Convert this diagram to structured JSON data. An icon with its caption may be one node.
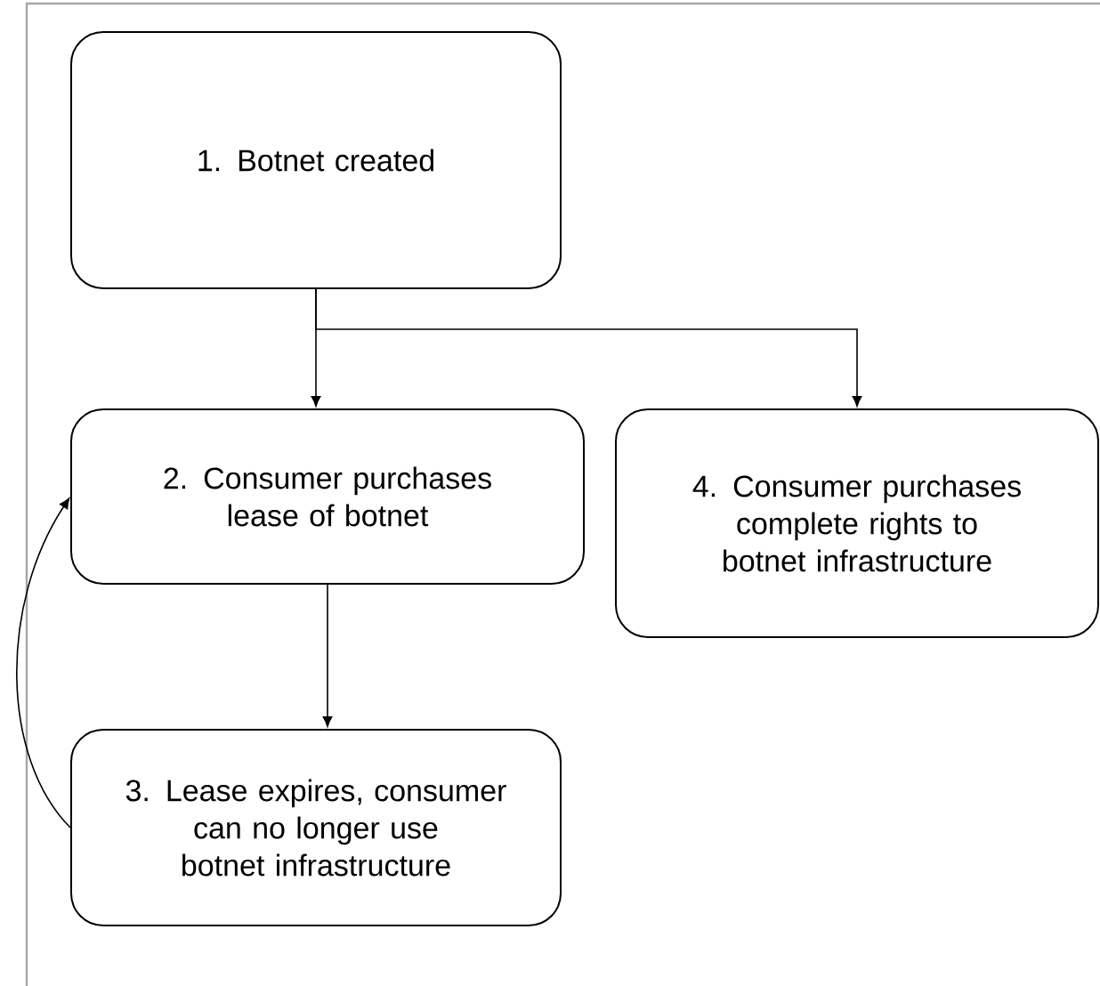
{
  "diagram": {
    "nodes": [
      {
        "text": [
          "1. Botnet created"
        ]
      },
      {
        "text": [
          "2. Consumer purchases lease of botnet"
        ]
      },
      {
        "text": [
          "4. Consumer purchases complete rights to botnet infrastructure"
        ]
      },
      {
        "text": [
          "3. Lease expires, consumer can no longer use botnet infrastructure"
        ]
      }
    ],
    "edges": [
      {
        "from": 0,
        "to": 1,
        "arrow": "to"
      },
      {
        "from": 0,
        "to": 2,
        "arrow": "to"
      },
      {
        "from": 1,
        "to": 3,
        "arrow": "to"
      },
      {
        "from": 3,
        "to": 1,
        "arrow": "to"
      }
    ]
  }
}
